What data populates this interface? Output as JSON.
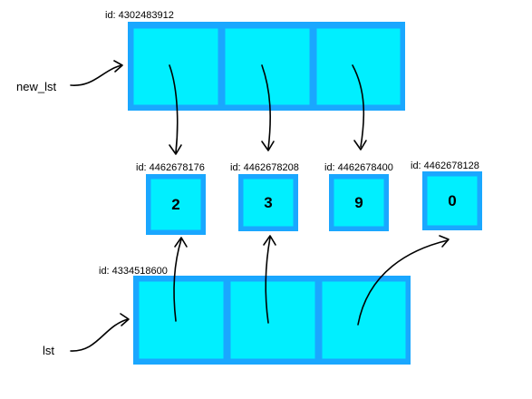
{
  "new_lst": {
    "name": "new_lst",
    "id_label": "id: 4302483912"
  },
  "lst": {
    "name": "lst",
    "id_label": "id: 4334518600"
  },
  "values": [
    {
      "id_label": "id: 4462678176",
      "value": "2"
    },
    {
      "id_label": "id: 4462678208",
      "value": "3"
    },
    {
      "id_label": "id: 4462678400",
      "value": "9"
    },
    {
      "id_label": "id: 4462678128",
      "value": "0"
    }
  ],
  "colors": {
    "list_border": "#1aa7ff",
    "cell_fill": "#00efff",
    "arrow": "#000000"
  }
}
